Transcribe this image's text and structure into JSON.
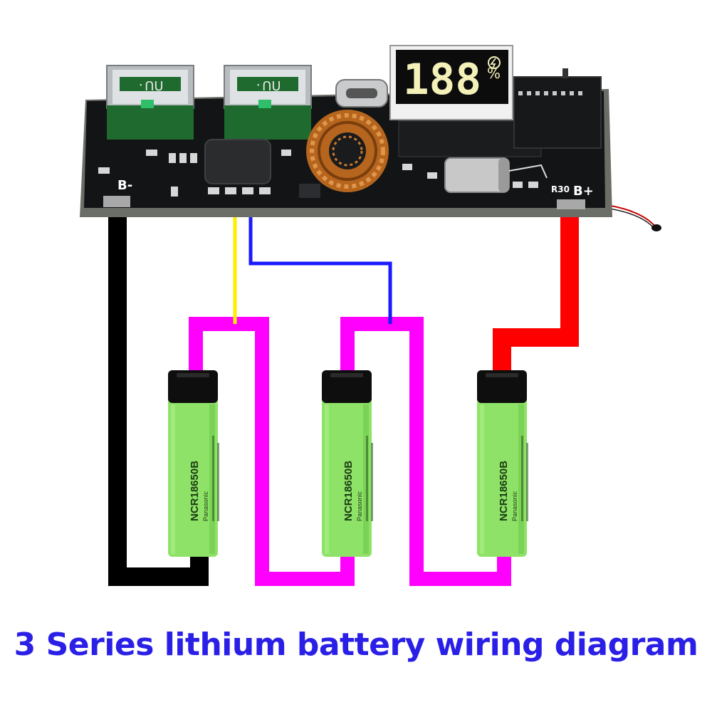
{
  "board": {
    "neg_label": "B-",
    "pos_label": "B+",
    "ref_label": "R30",
    "display_digits": "188",
    "display_unit": "%"
  },
  "cells": [
    {
      "model": "NCR18650B",
      "brand": "Panasonic"
    },
    {
      "model": "NCR18650B",
      "brand": "Panasonic"
    },
    {
      "model": "NCR18650B",
      "brand": "Panasonic"
    }
  ],
  "wire_colors": {
    "negative": "#000000",
    "positive": "#ff0000",
    "series_link": "#ff00ff",
    "tap_1": "#ffee00",
    "tap_2": "#1a1aff"
  },
  "caption": "3 Series lithium battery wiring diagram"
}
